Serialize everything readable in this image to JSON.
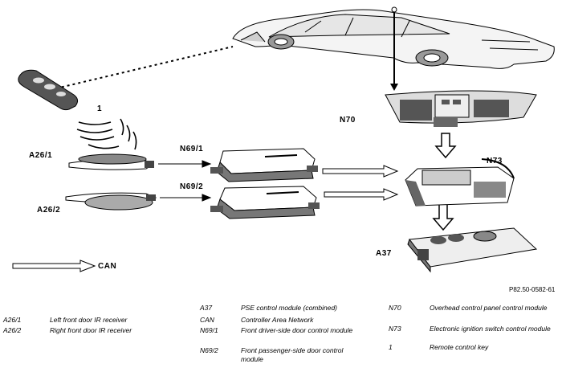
{
  "callouts": {
    "remote_key": "1",
    "a26_1": "A26/1",
    "a26_2": "A26/2",
    "n69_1": "N69/1",
    "n69_2": "N69/2",
    "n70": "N70",
    "n73": "N73",
    "a37": "A37",
    "can": "CAN"
  },
  "figure_ref": "P82.50-0582-61",
  "legend": [
    {
      "code": "A26/1",
      "desc": "Left front door IR receiver"
    },
    {
      "code": "A26/2",
      "desc": "Right front door IR receiver"
    },
    {
      "code": "A37",
      "desc": "PSE control module (combined)"
    },
    {
      "code": "CAN",
      "desc": "Controller Area Network"
    },
    {
      "code": "N69/1",
      "desc": "Front driver-side door control module"
    },
    {
      "code": "N69/2",
      "desc": "Front passenger-side door control module"
    },
    {
      "code": "N70",
      "desc": "Overhead control panel control module"
    },
    {
      "code": "N73",
      "desc": "Electronic ignition switch control module"
    },
    {
      "code": "1",
      "desc": "Remote control key"
    }
  ]
}
